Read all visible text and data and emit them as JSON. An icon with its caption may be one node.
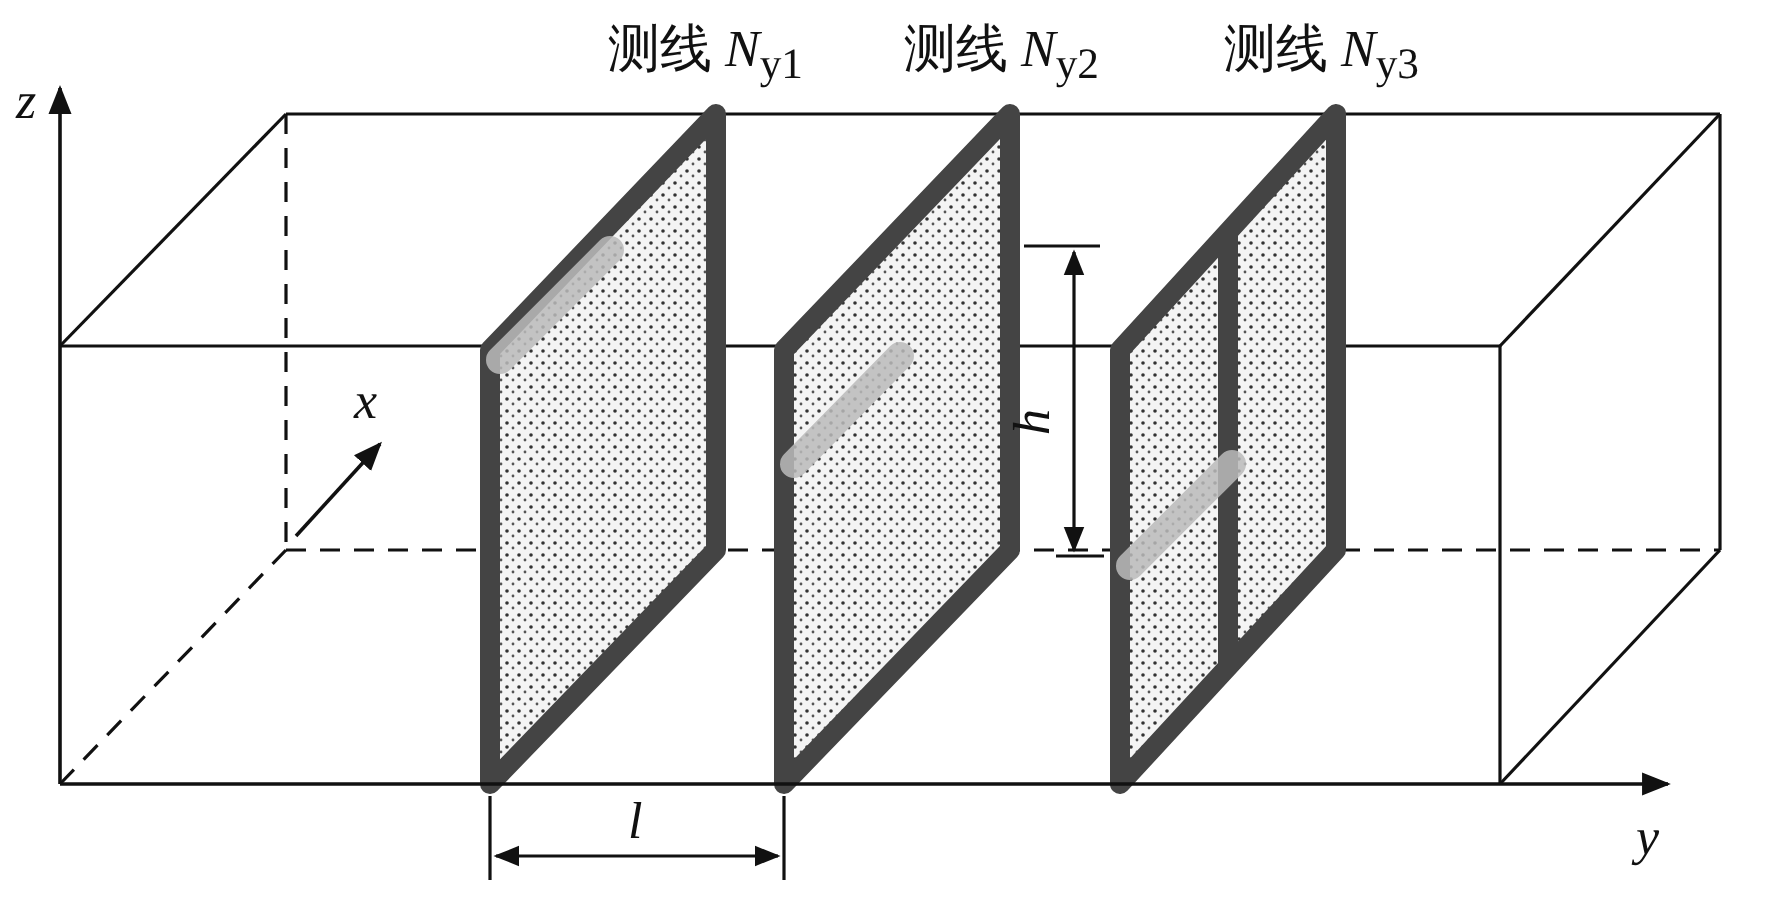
{
  "diagram": {
    "labels": [
      "测线 *N*$_{y1}$",
      "测线 *N*$_{y2}$",
      "测线 *N*$_{y3}$",
      "z",
      "x",
      "h",
      "l",
      "y"
    ]
  }
}
